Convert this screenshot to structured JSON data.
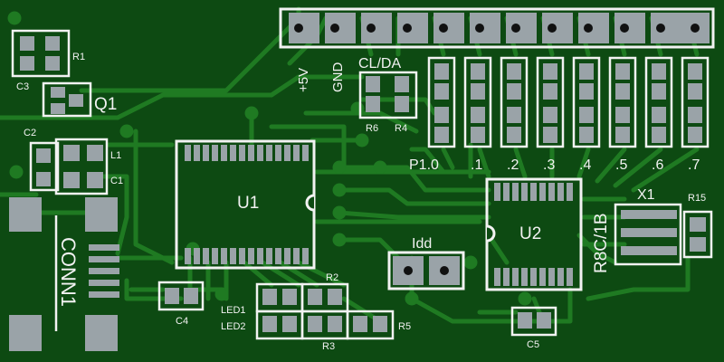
{
  "colors": {
    "board": "#0d4a12",
    "board_edge": "#0a3d0e",
    "trace": "#1f7a22",
    "silkscreen": "#f2f2f2",
    "pad": "#9aa3a8",
    "drill": "#111111"
  },
  "labels": {
    "r1": "R1",
    "c3": "C3",
    "q1": "Q1",
    "c2": "C2",
    "l1": "L1",
    "c1": "C1",
    "conn1": "CONN1",
    "c4": "C4",
    "led1": "LED1",
    "led2": "LED2",
    "r2": "R2",
    "r3": "R3",
    "r5": "R5",
    "u1": "U1",
    "plus5v": "+5V",
    "gnd": "GND",
    "clda": "CL/DA",
    "r6": "R6",
    "r4": "R4",
    "p10": "P1.0",
    "p1": ".1",
    "p2": ".2",
    "p3": ".3",
    "p4": ".4",
    "p5": ".5",
    "p6": ".6",
    "p7": ".7",
    "idd": "Idd",
    "u2": "U2",
    "r8c1b": "R8C/1B",
    "x1": "X1",
    "r15": "R15",
    "c5": "C5"
  }
}
